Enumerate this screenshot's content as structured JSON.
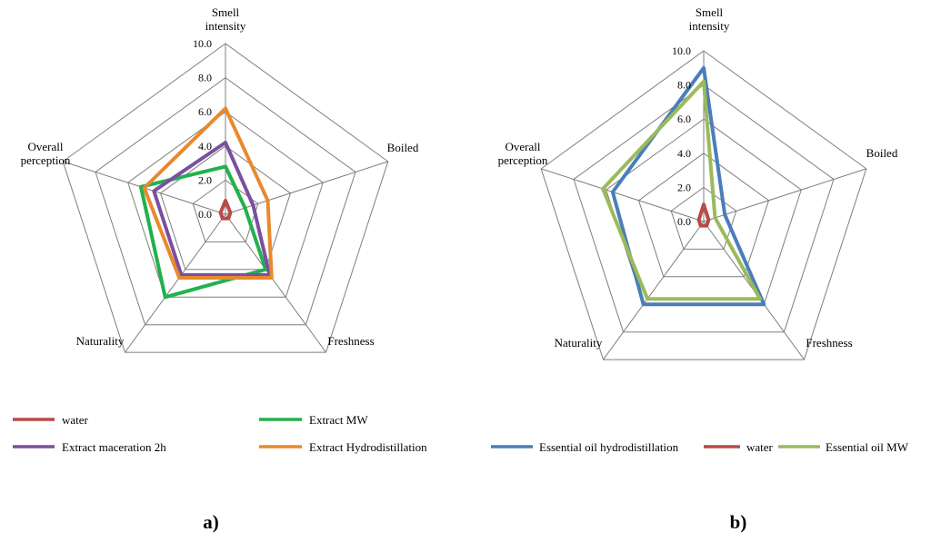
{
  "chart_data": [
    {
      "type": "radar",
      "panel_label": "a)",
      "axes": [
        "Smell intensity",
        "Boiled",
        "Freshness",
        "Naturality",
        "Overall perception"
      ],
      "axis_label_lines": [
        [
          "Smell",
          "intensity"
        ],
        [
          "Boiled"
        ],
        [
          "Freshness"
        ],
        [
          "Naturality"
        ],
        [
          "Overall",
          "perception"
        ]
      ],
      "ticks": [
        "0.0",
        "2.0",
        "4.0",
        "6.0",
        "8.0",
        "10.0"
      ],
      "range": [
        0,
        10
      ],
      "grid": true,
      "legend_position": "bottom",
      "series": [
        {
          "name": "water",
          "color": "#b94a48",
          "values": [
            0.8,
            0.3,
            0.3,
            0.3,
            0.3
          ]
        },
        {
          "name": "Extract MW",
          "color": "#22b14c",
          "values": [
            2.8,
            1.2,
            4.0,
            6.0,
            5.2
          ]
        },
        {
          "name": "Extract maceration 2h",
          "color": "#7b4fa0",
          "values": [
            4.2,
            1.7,
            4.4,
            4.4,
            4.4
          ]
        },
        {
          "name": "Extract Hydrodistillation",
          "color": "#e8892e",
          "values": [
            6.2,
            2.6,
            4.6,
            4.6,
            5.0
          ]
        }
      ]
    },
    {
      "type": "radar",
      "panel_label": "b)",
      "axes": [
        "Smell intensity",
        "Boiled",
        "Freshness",
        "Naturality",
        "Overall perception"
      ],
      "axis_label_lines": [
        [
          "Smell",
          "intensity"
        ],
        [
          "Boiled"
        ],
        [
          "Freshness"
        ],
        [
          "Naturality"
        ],
        [
          "Overall",
          "perception"
        ]
      ],
      "ticks": [
        "0.0",
        "2.0",
        "4.0",
        "6.0",
        "8.0",
        "10.0"
      ],
      "range": [
        0,
        10
      ],
      "grid": true,
      "legend_position": "bottom",
      "series": [
        {
          "name": "Essential oil hydrodistillation",
          "color": "#4a7ebb",
          "values": [
            9.0,
            1.3,
            6.0,
            6.0,
            5.6
          ]
        },
        {
          "name": "water",
          "color": "#b94a48",
          "values": [
            1.0,
            0.3,
            0.3,
            0.3,
            0.3
          ]
        },
        {
          "name": "Essential oil MW",
          "color": "#9bbb59",
          "values": [
            8.2,
            0.7,
            5.6,
            5.6,
            6.2
          ]
        }
      ]
    }
  ]
}
